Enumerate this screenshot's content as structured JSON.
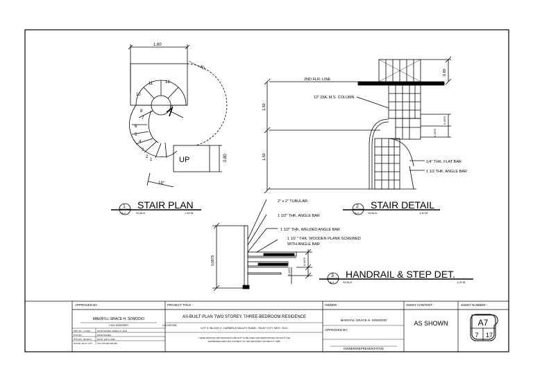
{
  "drawings": {
    "stair_plan": {
      "title": "STAIR PLAN",
      "bubble_top": "1",
      "bubble_bottom": "A-4",
      "scale_label": "SCALE:",
      "scale_value": "1:40 M.",
      "dim_top": "1.60",
      "dim_right": "0.80",
      "dim_bottom": "18°",
      "angle": "60°",
      "up_label": "UP",
      "step_numbers": [
        "1",
        "2",
        "3",
        "4",
        "5",
        "6",
        "7",
        "8",
        "9",
        "10",
        "11",
        "12"
      ]
    },
    "stair_detail": {
      "title": "STAIR DETAIL",
      "bubble_top": "2",
      "bubble_bottom": "A-4",
      "scale_label": "SCALE:",
      "scale_value": "1:40 M.",
      "flr_line": "2ND FLR. LINE",
      "column": "12\" DIA. M.S. COLUMN",
      "flat_bar": "1/4\" THK. FLAT BAR",
      "angle_bar": "1 1/2 THK. ANGLE BAR",
      "dim_upper": "1.50",
      "dim_lower": "1.50",
      "dim_top_right": "0.80",
      "dim_mid_1": "0.1875",
      "dim_mid_2": "0.1875"
    },
    "handrail": {
      "title": "HANDRAIL & STEP DET.",
      "bubble_top": "3",
      "bubble_bottom": "A-4",
      "scale_label": "SCALE:",
      "scale_value": "1:20 M.",
      "note_tubular": "2\" x 2\" TUBULAR",
      "note_angle": "1 1/2\" THK. ANGLE BAR",
      "note_welded": "1 1/2\" THK. WELDED ANGLE BAR",
      "note_plank_1": "1 1/2 \" THK. WOODEN PLANK SCREWED",
      "note_plank_2": "WITH ANGLE BAR",
      "dim_height": "0.9875",
      "dim_step_1": "0.1875",
      "dim_step_2": "0.1875"
    }
  },
  "title_block": {
    "approved_by_label": "APPROVED BY :",
    "engineer_name": "MAENYLL GRACE H. SOMODIO",
    "engineer_title": "CIVIL ENGINEER",
    "license_rows": [
      [
        "PRC NO.: 171310",
        "DATE ISSUED: MARCH 9, 2021"
      ],
      [
        "PTR NO.:",
        "DATE ISSUED:"
      ],
      [
        "PTR NO.: 9210373",
        "DATE: JAN 3, 2022"
      ],
      [
        "PLACE: SILAY CITY",
        "TIN: 000 000 000 000"
      ]
    ],
    "project_title_label": "PROJECT TITLE :",
    "project_title": "AS-BUILT PLAN TWO STOREY, THREE-BEDROOM RESIDENCE",
    "location_label": "LOCATION:",
    "location": "LOT 3, BLOCK 2, CARMELA VALLEY SUBD., SILAY CITY, NEG. OCC",
    "notice_1": "THESE DESIGNS AND DRAWINGS ARE NOT TO BE USED AND REPRODUCED WITHOUT THE",
    "notice_2": "EXPRESSED WRITTEN CONSENT OF THE ARCHITECT AS PER R.A. 9266",
    "owner_label": "OWNER :",
    "owner_name": "MAENYLL GRACE H. SOMODIO",
    "approved_by_label_2": "APPROVED BY:",
    "owner_rep": "OWNER/REPRESENTATIVE",
    "sheet_content_label": "SHEET CONTENT :",
    "sheet_content": "AS SHOWN",
    "sheet_number_label": "SHEET NUMBER :",
    "sheet_id": "A7",
    "sheet_num": "7",
    "sheet_total": "17"
  }
}
